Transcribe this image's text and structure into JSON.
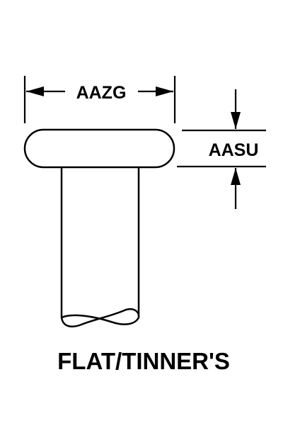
{
  "labels": {
    "head_diameter": "AAZG",
    "head_height": "AASU",
    "rivet_type": "FLAT/TINNER'S"
  },
  "colors": {
    "line": "#000000",
    "background": "#ffffff"
  }
}
